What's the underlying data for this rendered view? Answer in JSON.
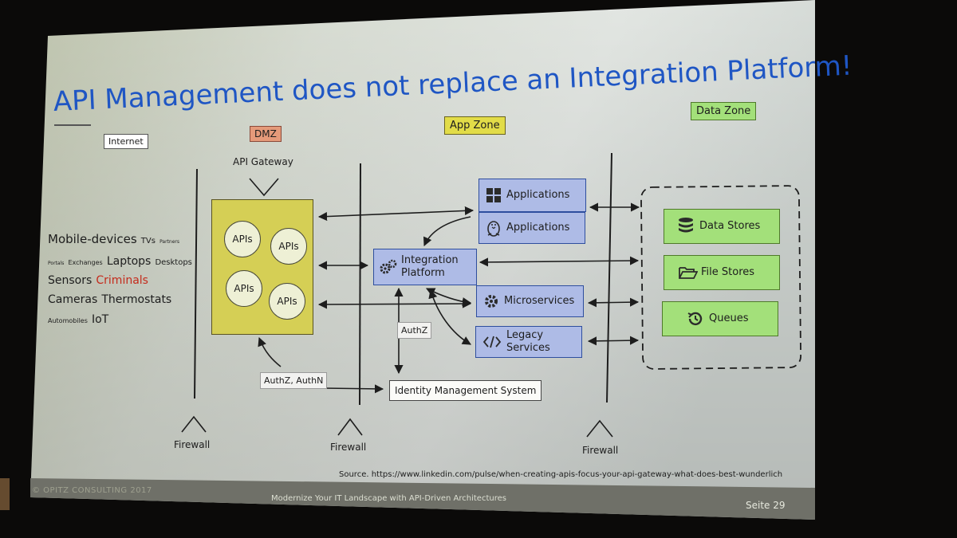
{
  "title": "API Management does not replace an Integration Platform!",
  "zones": {
    "internet": "Internet",
    "dmz": "DMZ",
    "app": "App Zone",
    "data": "Data Zone"
  },
  "api_gateway_label": "API Gateway",
  "apis": [
    "APIs",
    "APIs",
    "APIs",
    "APIs"
  ],
  "clients": {
    "mobile_devices": "Mobile-devices",
    "tvs": "TVs",
    "partners": "Partners",
    "portals": "Portals",
    "exchanges": "Exchanges",
    "laptops": "Laptops",
    "desktops": "Desktops",
    "sensors": "Sensors",
    "criminals": "Criminals",
    "cameras": "Cameras",
    "thermostats": "Thermostats",
    "automobiles": "Automobiles",
    "iot": "IoT"
  },
  "apps": {
    "windows_apps": "Applications",
    "linux_apps": "Applications",
    "integration_line1": "Integration",
    "integration_line2": "Platform",
    "microservices": "Microservices",
    "legacy_line1": "Legacy",
    "legacy_line2": "Services"
  },
  "data": {
    "data_stores": "Data Stores",
    "file_stores": "File Stores",
    "queues": "Queues"
  },
  "authz": "AuthZ",
  "authz_authn": "AuthZ, AuthN",
  "identity_management": "Identity Management System",
  "firewalls": [
    "Firewall",
    "Firewall",
    "Firewall"
  ],
  "source": "Source. https://www.linkedin.com/pulse/when-creating-apis-focus-your-api-gateway-what-does-best-wunderlich",
  "footer": {
    "copyright": "© OPITZ CONSULTING 2017",
    "subtitle": "Modernize Your IT Landscape with API-Driven Architectures",
    "page": "Seite 29"
  },
  "colors": {
    "title": "#1f56c4",
    "gateway_fill": "#d5cf55",
    "blue_box": "#aebbe6",
    "green_box": "#a3e07a",
    "dmz": "#e59a7a",
    "app_zone": "#e2dc48",
    "data_zone": "#a3e07a",
    "criminals": "#c42b1c"
  }
}
